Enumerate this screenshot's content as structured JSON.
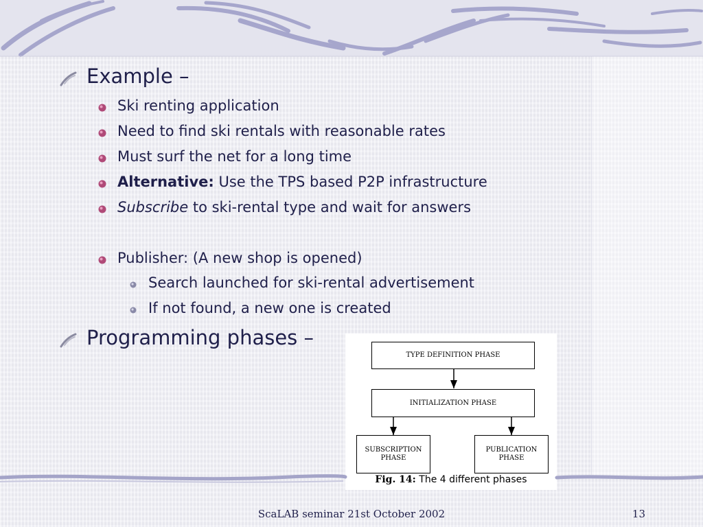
{
  "colors": {
    "text": "#1f1f4a",
    "wave": "#9c9cc4",
    "bullet": "#a04c70"
  },
  "slide": {
    "l1_example": "Example –",
    "l2": [
      {
        "plain": "Ski renting application"
      },
      {
        "plain": "Need to find ski rentals with reasonable rates"
      },
      {
        "plain": "Must surf the net for a long time"
      },
      {
        "bold": "Alternative:",
        "plain": " Use the TPS based P2P infrastructure"
      },
      {
        "italic": "Subscribe",
        "plain": " to ski-rental type and wait for answers"
      },
      {
        "plain": "Publisher: (A new shop is opened)"
      }
    ],
    "l3": [
      "Search launched for ski-rental advertisement",
      "If not found, a new one is created"
    ],
    "l1_phases": "Programming phases –"
  },
  "figure": {
    "boxes": {
      "type_def": "TYPE DEFINITION PHASE",
      "init": "INITIALIZATION PHASE",
      "subscription_1": "SUBSCRIPTION",
      "subscription_2": "PHASE",
      "publication_1": "PUBLICATION",
      "publication_2": "PHASE"
    },
    "caption_label": "Fig. 14:",
    "caption_text": " The 4 different phases"
  },
  "footer": {
    "text": "ScaLAB seminar 21st October 2002",
    "page": "13"
  }
}
